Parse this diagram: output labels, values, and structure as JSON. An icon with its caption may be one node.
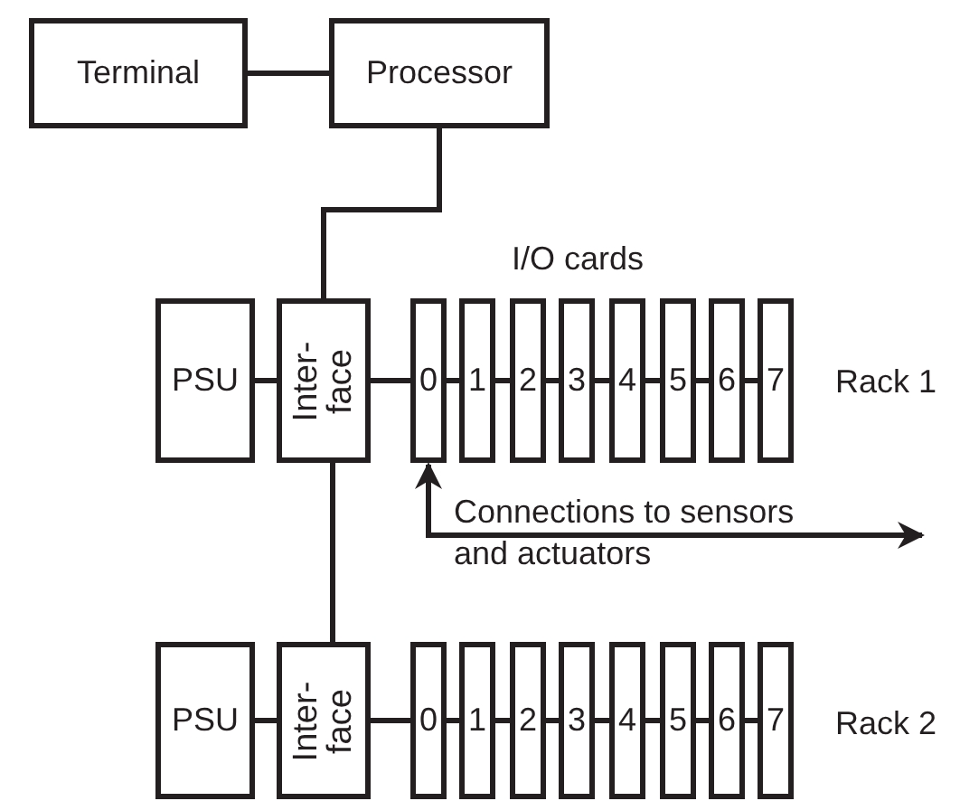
{
  "diagram": {
    "nodes": [
      {
        "text": [
          "Terminal"
        ]
      },
      {
        "text": [
          "Processor"
        ]
      },
      {
        "text": [
          "PSU"
        ]
      },
      {
        "text": [
          "Inter- face"
        ]
      },
      {
        "text": [
          "0"
        ]
      },
      {
        "text": [
          "1"
        ]
      },
      {
        "text": [
          "2"
        ]
      },
      {
        "text": [
          "3"
        ]
      },
      {
        "text": [
          "4"
        ]
      },
      {
        "text": [
          "5"
        ]
      },
      {
        "text": [
          "6"
        ]
      },
      {
        "text": [
          "7"
        ]
      },
      {
        "text": [
          "PSU"
        ]
      },
      {
        "text": [
          "Inter- face"
        ]
      },
      {
        "text": [
          "0"
        ]
      },
      {
        "text": [
          "1"
        ]
      },
      {
        "text": [
          "2"
        ]
      },
      {
        "text": [
          "3"
        ]
      },
      {
        "text": [
          "4"
        ]
      },
      {
        "text": [
          "5"
        ]
      },
      {
        "text": [
          "6"
        ]
      },
      {
        "text": [
          "7"
        ]
      }
    ],
    "edges": [
      {
        "from": 0,
        "to": 1,
        "arrow": "none"
      },
      {
        "from": 1,
        "to": 3,
        "arrow": "none"
      },
      {
        "from": 2,
        "to": 3,
        "arrow": "none"
      },
      {
        "from": 3,
        "to": 4,
        "arrow": "none"
      },
      {
        "from": 4,
        "to": 5,
        "arrow": "none"
      },
      {
        "from": 5,
        "to": 6,
        "arrow": "none"
      },
      {
        "from": 6,
        "to": 7,
        "arrow": "none"
      },
      {
        "from": 7,
        "to": 8,
        "arrow": "none"
      },
      {
        "from": 8,
        "to": 9,
        "arrow": "none"
      },
      {
        "from": 9,
        "to": 10,
        "arrow": "none"
      },
      {
        "from": 10,
        "to": 11,
        "arrow": "none"
      },
      {
        "from": 4,
        "to": null,
        "arrow": "both",
        "label": "Connections to sensors and actuators"
      },
      {
        "from": 3,
        "to": 13,
        "arrow": "none"
      },
      {
        "from": 12,
        "to": 13,
        "arrow": "none"
      },
      {
        "from": 13,
        "to": 14,
        "arrow": "none"
      },
      {
        "from": 14,
        "to": 15,
        "arrow": "none"
      },
      {
        "from": 15,
        "to": 16,
        "arrow": "none"
      },
      {
        "from": 16,
        "to": 17,
        "arrow": "none"
      },
      {
        "from": 17,
        "to": 18,
        "arrow": "none"
      },
      {
        "from": 18,
        "to": 19,
        "arrow": "none"
      },
      {
        "from": 19,
        "to": 20,
        "arrow": "none"
      },
      {
        "from": 20,
        "to": 21,
        "arrow": "none"
      }
    ],
    "labels": [
      "I/O cards",
      "Rack 1",
      "Rack 2"
    ]
  }
}
